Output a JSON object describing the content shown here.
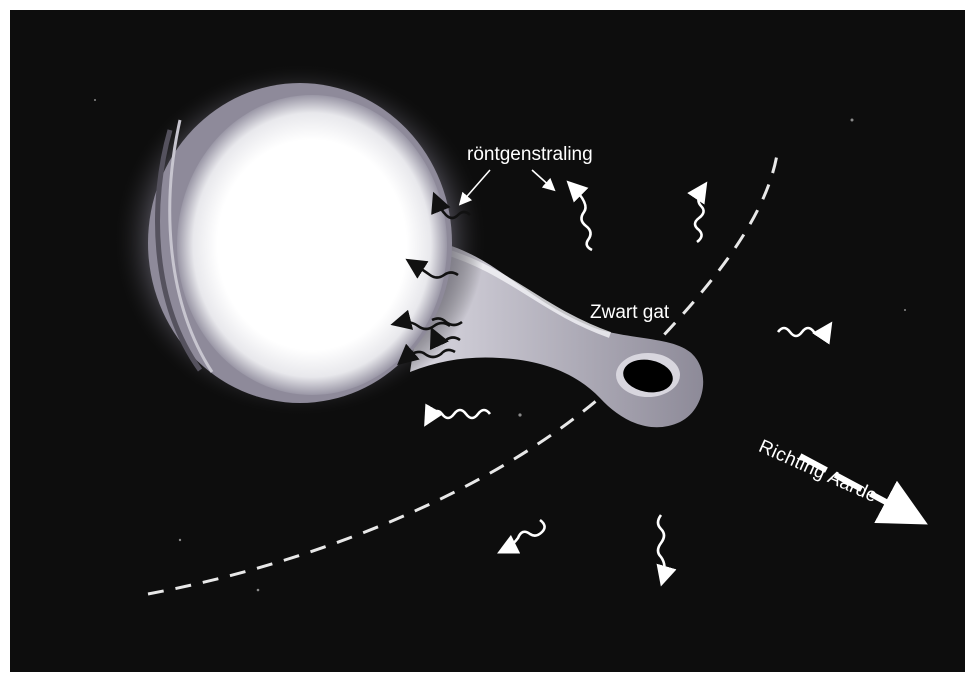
{
  "labels": {
    "xray": "röntgenstraling",
    "black_hole": "Zwart gat",
    "earth_direction": "Richting Aarde"
  },
  "colors": {
    "background": "#0d0d0d",
    "frame": "#ffffff",
    "star": "#ffffff",
    "arrows": "#ffffff",
    "black_arrows": "#111111"
  }
}
